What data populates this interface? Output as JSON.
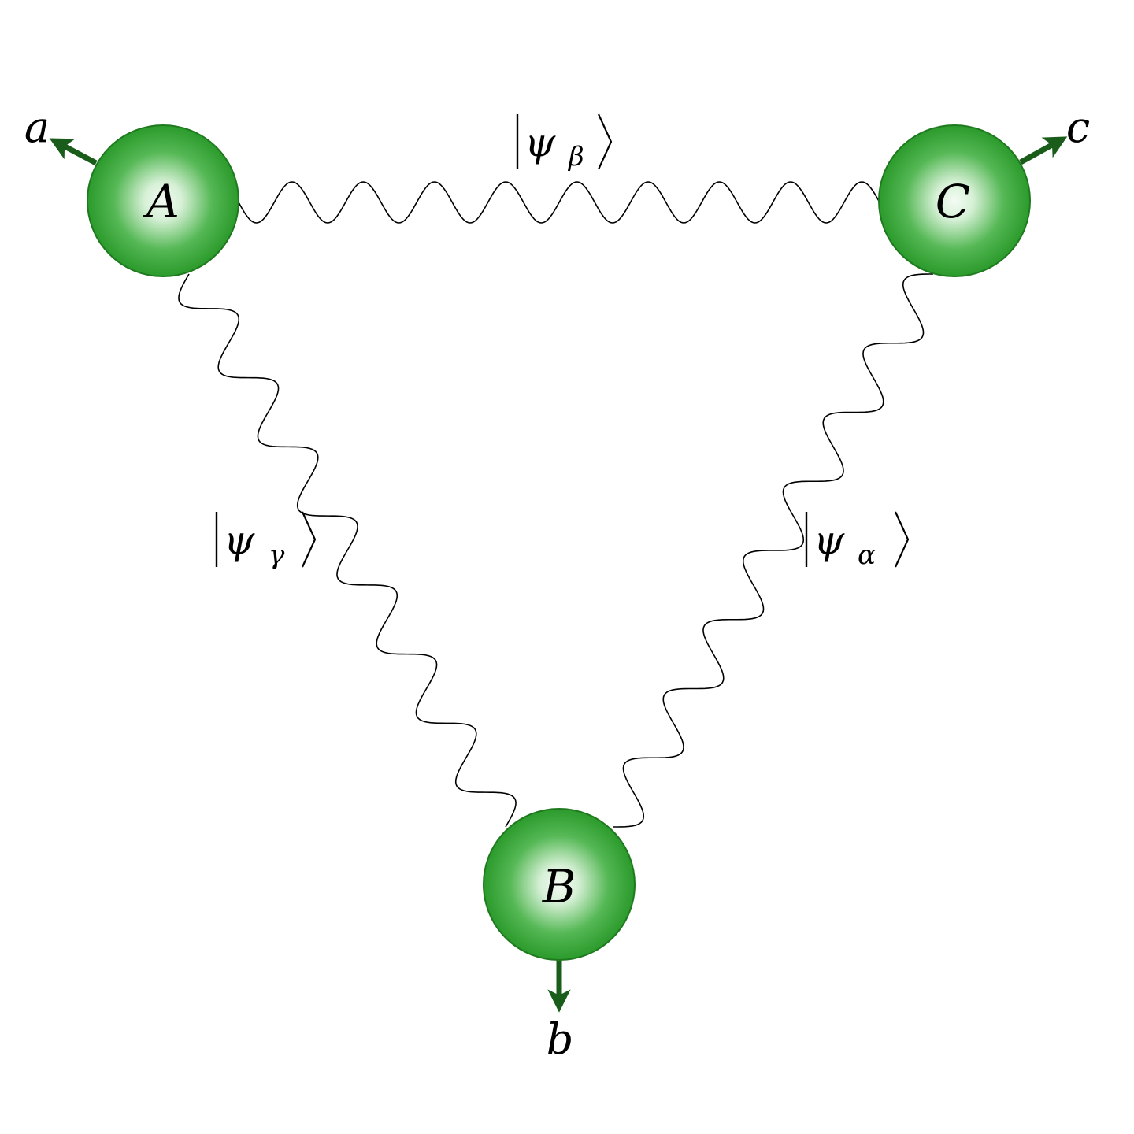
{
  "nodes": {
    "A": {
      "label": "A",
      "output": "a"
    },
    "B": {
      "label": "B",
      "output": "b"
    },
    "C": {
      "label": "C",
      "output": "c"
    }
  },
  "links": {
    "beta": {
      "symbol": "ψ",
      "subscript": "β",
      "from": "A",
      "to": "C"
    },
    "gamma": {
      "symbol": "ψ",
      "subscript": "γ",
      "from": "A",
      "to": "B"
    },
    "alpha": {
      "symbol": "ψ",
      "subscript": "α",
      "from": "C",
      "to": "B"
    }
  },
  "colors": {
    "node_edge": "#1f7a1f",
    "node_fill": "#2e9e2e",
    "node_center": "#f2fbf2",
    "arrow": "#1a5c1a",
    "wave": "#000000"
  }
}
